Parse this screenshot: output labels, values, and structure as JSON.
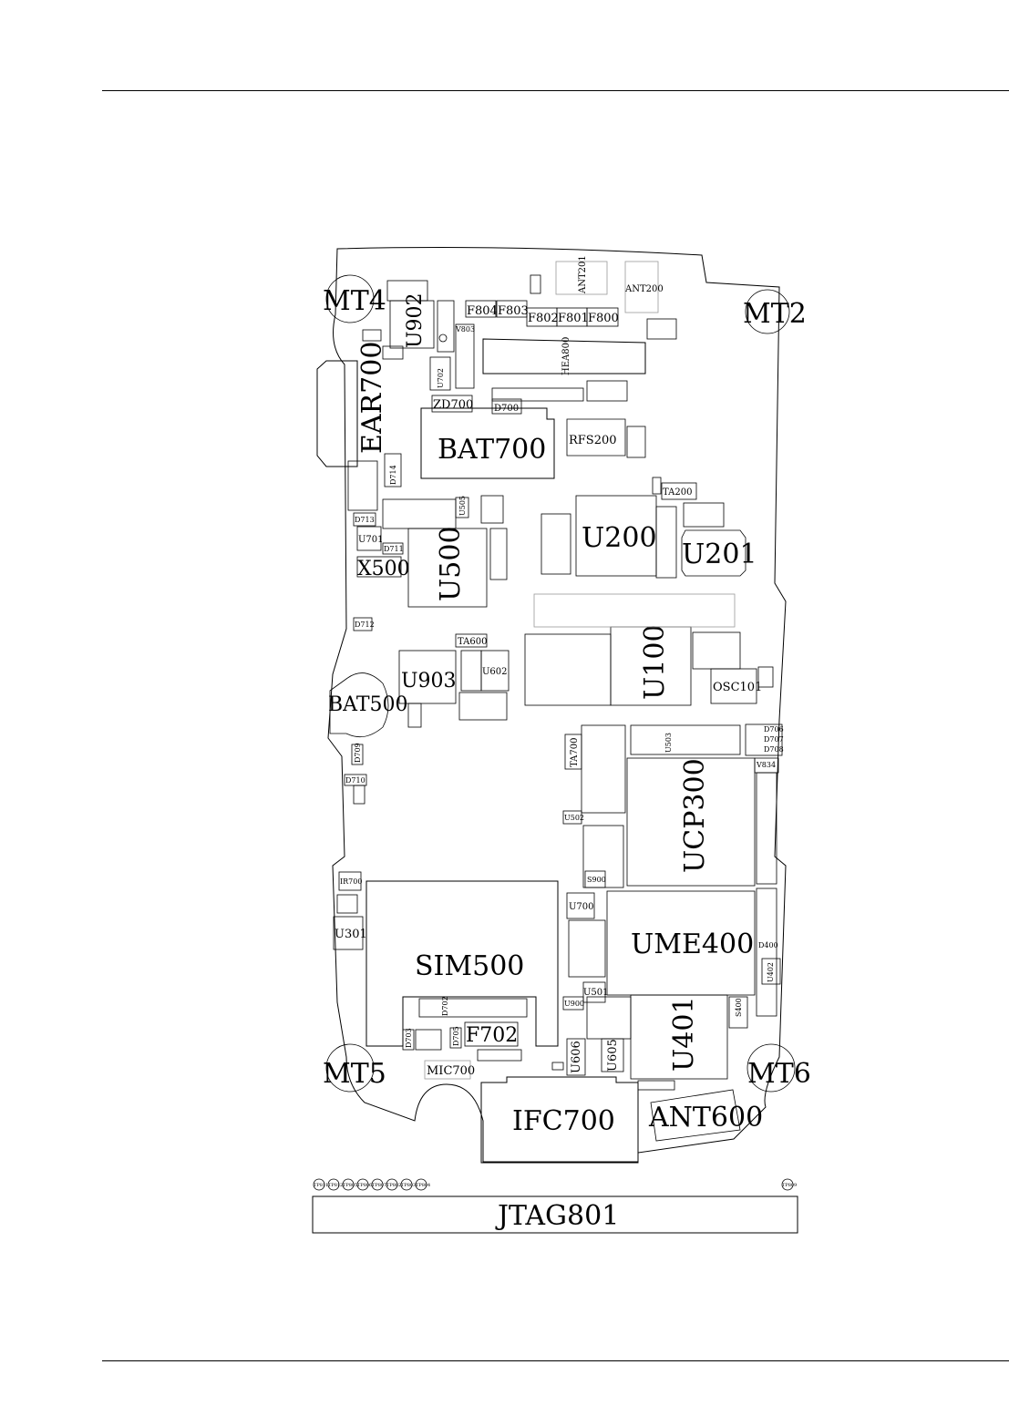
{
  "board": {
    "mount": {
      "mt4": "MT4",
      "mt2": "MT2",
      "mt5": "MT5",
      "mt6": "MT6"
    },
    "connectors": {
      "jtag": "JTAG801",
      "ifc": "IFC700",
      "ant600": "ANT600",
      "sim": "SIM500",
      "bat700": "BAT700",
      "bat500": "BAT500",
      "ear": "EAR700",
      "hea": "HEA800",
      "ant200": "ANT200",
      "ant201": "ANT201",
      "mic": "MIC700"
    },
    "ics": {
      "u902": "U902",
      "u500": "U500",
      "u200": "U200",
      "u201": "U201",
      "u100": "U100",
      "u903": "U903",
      "ucp300": "UCP300",
      "ume400": "UME400",
      "u401": "U401",
      "rfs200": "RFS200",
      "osc101": "OSC101",
      "x500": "X500",
      "u301": "U301",
      "u602": "U602",
      "u701": "U701",
      "u700": "U700",
      "u501": "U501",
      "u605": "U605",
      "u606": "U606",
      "u402": "U402",
      "u900": "U900",
      "u502": "U502"
    },
    "parts": {
      "f804": "F804",
      "f803": "F803",
      "f802": "F802",
      "f801": "F801",
      "f800": "F800",
      "zd700": "ZD700",
      "d700": "D700",
      "ta200": "TA200",
      "ta600": "TA600",
      "ta700": "TA700",
      "f702": "F702",
      "ir700": "IR700",
      "v803": "V803",
      "v834": "V834",
      "u702": "U702",
      "d714": "D714",
      "d713": "D713",
      "d711": "D711",
      "d712": "D712",
      "d709": "D709",
      "d710": "D710",
      "d706": "D706",
      "d707": "D707",
      "d708": "D708",
      "d703": "D703",
      "d705": "D705",
      "d702": "D702",
      "d400": "D400",
      "s400": "S400",
      "s900": "S900",
      "u503": "U503",
      "u505": "U505"
    },
    "testpoints": [
      "TP811",
      "TP812",
      "TP805",
      "TP806",
      "TP807",
      "TP802",
      "TP803",
      "TP804"
    ],
    "testpoint_right": "TP809"
  }
}
